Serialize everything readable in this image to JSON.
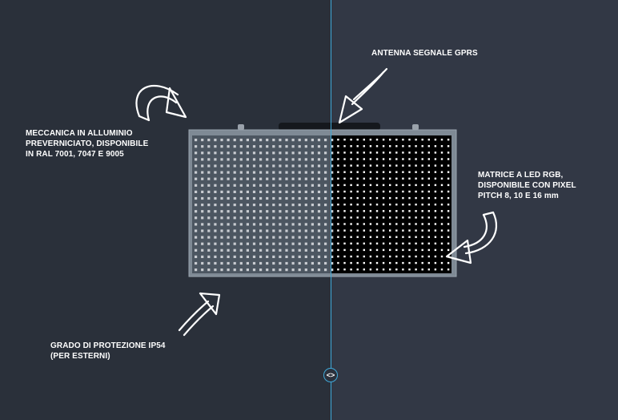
{
  "annotations": {
    "mechanics": {
      "lines": [
        "MECCANICA IN ALLUMINIO",
        "PREVERNICIATO, DISPONIBILE",
        "IN RAL 7001, 7047 E 9005"
      ]
    },
    "antenna": {
      "lines": [
        "ANTENNA SEGNALE GPRS"
      ]
    },
    "matrix": {
      "lines": [
        "MATRICE A LED RGB,",
        "DISPONIBILE CON PIXEL",
        "PITCH 8, 10 E 16 mm"
      ]
    },
    "protection": {
      "lines": [
        "GRADO DI PROTEZIONE IP54",
        "(PER ESTERNI)"
      ]
    }
  },
  "compare_slider": {
    "handle_icon": "left-right-arrows-icon",
    "handle_glyph": "<>"
  },
  "colors": {
    "left_background": "#2a303a",
    "right_background": "#323845",
    "divider": "#3fa9d9",
    "led_off": "#c9ccd1",
    "led_on": "#ffffff",
    "panel_frame": "#8a949e"
  },
  "icons": [
    "curved-arrow-icon",
    "arrow-icon"
  ]
}
